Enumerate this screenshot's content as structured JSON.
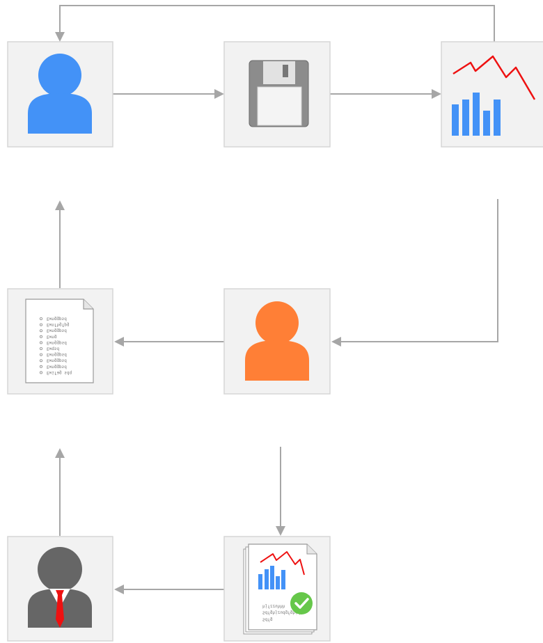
{
  "diagram": {
    "nodes": [
      {
        "id": "user-blue",
        "icon": "user-icon",
        "color": "#4392f7"
      },
      {
        "id": "floppy",
        "icon": "floppy-disk-icon"
      },
      {
        "id": "chart",
        "icon": "bar-line-chart-icon"
      },
      {
        "id": "document",
        "icon": "document-list-icon"
      },
      {
        "id": "user-orange",
        "icon": "user-icon",
        "color": "#ff7f36"
      },
      {
        "id": "report-stack",
        "icon": "report-stack-check-icon"
      },
      {
        "id": "manager",
        "icon": "businessman-icon",
        "color": "#666666"
      }
    ],
    "edges": [
      {
        "from": "user-blue",
        "to": "floppy"
      },
      {
        "from": "floppy",
        "to": "chart"
      },
      {
        "from": "chart",
        "to": "user-blue"
      },
      {
        "from": "chart",
        "to": "user-orange"
      },
      {
        "from": "user-orange",
        "to": "document"
      },
      {
        "from": "document",
        "to": "user-blue"
      },
      {
        "from": "user-orange",
        "to": "report-stack"
      },
      {
        "from": "report-stack",
        "to": "manager"
      },
      {
        "from": "manager",
        "to": "document"
      }
    ],
    "colors": {
      "tile": "#f2f2f2",
      "edge": "#a6a6a6",
      "bar": "#4392f7",
      "trend_line": "#ee1111",
      "check": "#66c74a",
      "tie": "#ee1111"
    },
    "document_lines": [
      "Ewnggpsd",
      "Ewnfhgfpg",
      "Ewnggpsd",
      "Ewng",
      "Ewnggpsd",
      "Ewqsd",
      "Ewnggpsd",
      "Ewnggpsd",
      "Ewnggpsd",
      "Ewifag sdq"
    ],
    "report_lines": [
      "Sdfg",
      "Sdfghjzudgfghjdss",
      "hjfzzuhhh"
    ]
  }
}
